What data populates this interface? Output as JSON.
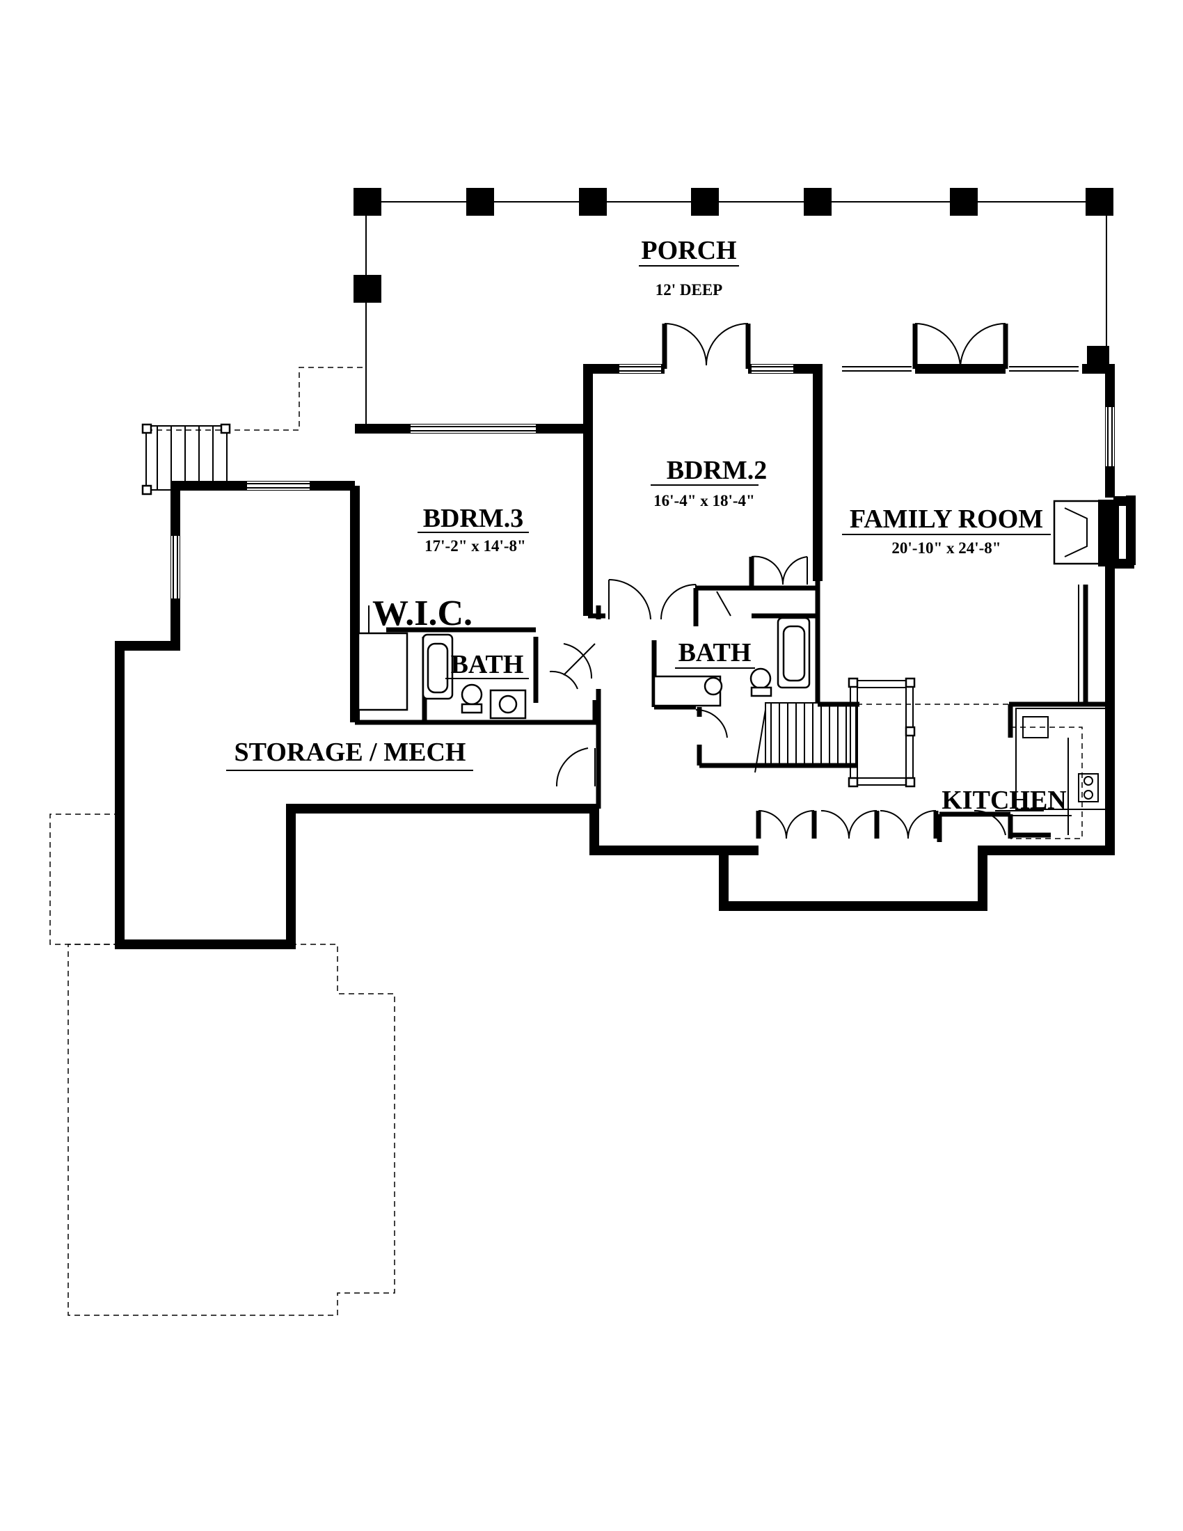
{
  "rooms": {
    "porch": {
      "name": "PORCH",
      "depth": "12' DEEP"
    },
    "bdrm3": {
      "name": "BDRM.3",
      "size": "17'-2\" x 14'-8\""
    },
    "bdrm2": {
      "name": "BDRM.2",
      "size": "16'-4\" x 18'-4\""
    },
    "family": {
      "name": "FAMILY ROOM",
      "size": "20'-10\" x 24'-8\""
    },
    "wic": {
      "name": "W.I.C."
    },
    "bath_left": {
      "name": "BATH"
    },
    "bath_mid": {
      "name": "BATH"
    },
    "storage": {
      "name": "STORAGE / MECH"
    },
    "kitchen": {
      "name": "KITCHEN"
    }
  }
}
